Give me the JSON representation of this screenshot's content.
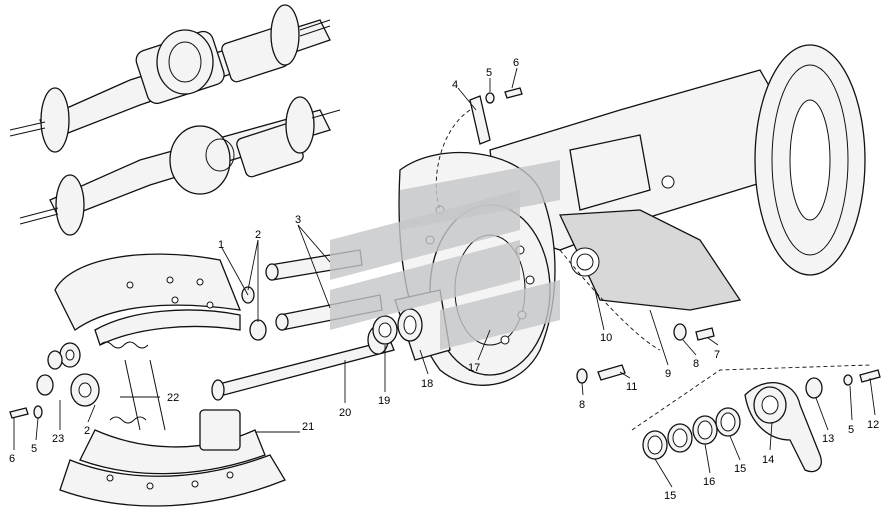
{
  "callouts": {
    "c1": "1",
    "c2a": "2",
    "c2b": "2",
    "c3": "3",
    "c4": "4",
    "c5a": "5",
    "c5b": "5",
    "c5c": "5",
    "c6a": "6",
    "c6b": "6",
    "c7": "7",
    "c8a": "8",
    "c8b": "8",
    "c9": "9",
    "c10": "10",
    "c11": "11",
    "c12": "12",
    "c13": "13",
    "c14": "14",
    "c15a": "15",
    "c15b": "15",
    "c16": "16",
    "c17": "17",
    "c18": "18",
    "c19": "19",
    "c20": "20",
    "c21": "21",
    "c22": "22",
    "c23": "23"
  },
  "colors": {
    "line": "#111111",
    "fill": "#f4f4f4",
    "watermark": "#c4c6c8"
  }
}
